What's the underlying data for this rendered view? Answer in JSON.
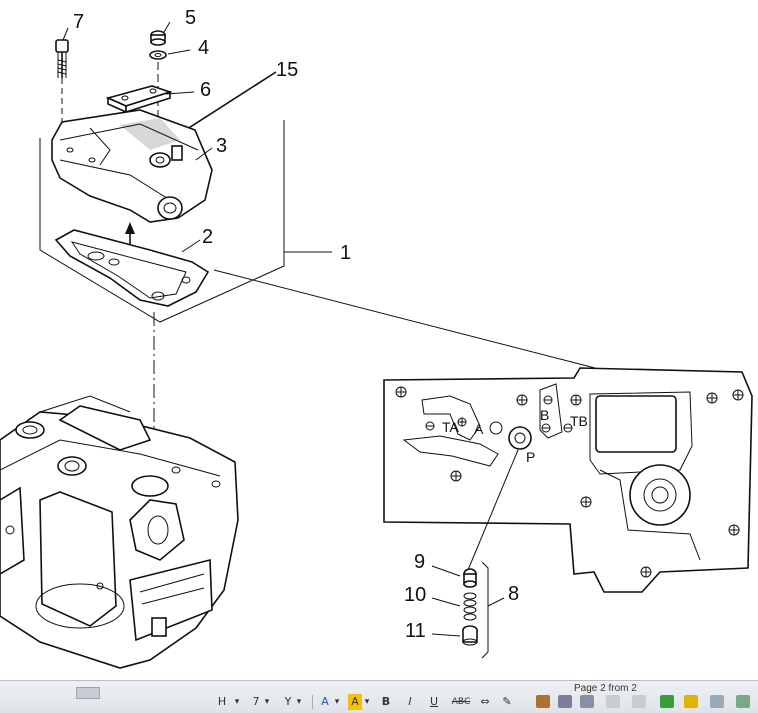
{
  "drawing": {
    "callouts": {
      "c1": "1",
      "c2": "2",
      "c3": "3",
      "c4": "4",
      "c5": "5",
      "c6": "6",
      "c7": "7",
      "c8": "8",
      "c9": "9",
      "c10": "10",
      "c11": "11",
      "c15": "15"
    },
    "plate_labels": {
      "ta": "TA",
      "a": "A",
      "b": "B",
      "tb": "TB",
      "p": "P"
    }
  },
  "statusbar": {
    "page_info": "Page 2 from 2",
    "buttons": [
      "H",
      "7",
      "Y",
      "A",
      "A",
      "B",
      "I",
      "U",
      "ABC"
    ]
  },
  "colors": {
    "background": "#ffffff",
    "ink": "#111111",
    "statusbar": "#e4e7eb",
    "highlight_icon": "#f2c300",
    "green_icon": "#3a9d3a"
  }
}
